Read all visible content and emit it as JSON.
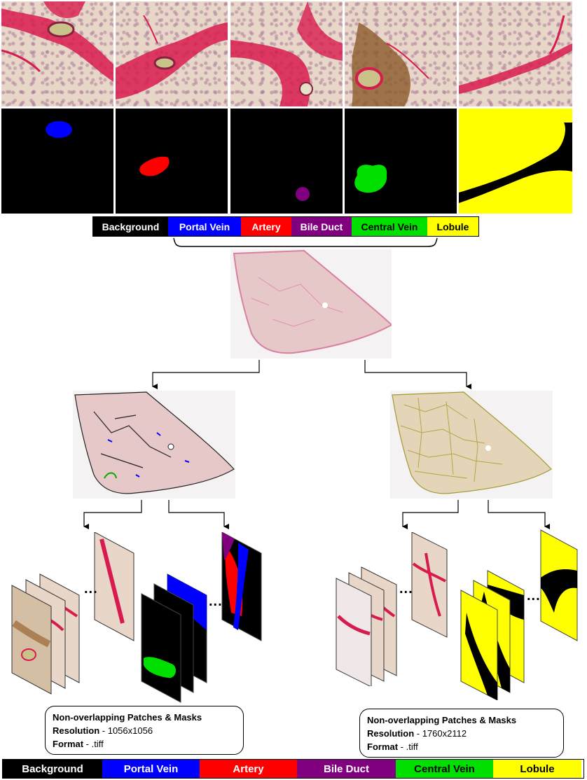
{
  "legend_top": [
    {
      "label": "Background",
      "bg": "#000000",
      "fg": "#ffffff"
    },
    {
      "label": "Portal Vein",
      "bg": "#0000ff",
      "fg": "#ffffff"
    },
    {
      "label": "Artery",
      "bg": "#ff0000",
      "fg": "#ffffff"
    },
    {
      "label": "Bile Duct",
      "bg": "#800080",
      "fg": "#ffffff"
    },
    {
      "label": "Central Vein",
      "bg": "#00e000",
      "fg": "#000000"
    },
    {
      "label": "Lobule",
      "bg": "#ffff00",
      "fg": "#000000"
    }
  ],
  "legend_bottom": [
    {
      "label": "Background",
      "bg": "#000000",
      "fg": "#ffffff"
    },
    {
      "label": "Portal Vein",
      "bg": "#0000ff",
      "fg": "#ffffff"
    },
    {
      "label": "Artery",
      "bg": "#ff0000",
      "fg": "#ffffff"
    },
    {
      "label": "Bile Duct",
      "bg": "#800080",
      "fg": "#ffffff"
    },
    {
      "label": "Central Vein",
      "bg": "#00e000",
      "fg": "#000000"
    },
    {
      "label": "Lobule",
      "bg": "#ffff00",
      "fg": "#000000"
    }
  ],
  "left_box": {
    "title": "Non-overlapping Patches & Masks",
    "resolution_label": "Resolution",
    "resolution_value": " - 1056x1056",
    "format_label": "Format",
    "format_value": " - .tiff"
  },
  "right_box": {
    "title": "Non-overlapping  Patches & Masks",
    "resolution_label": "Resolution",
    "resolution_value": " - 1760x2112",
    "format_label": "Format",
    "format_value": " - .tiff"
  },
  "ellipsis": "...",
  "colors": {
    "portal_vein": "#0000ff",
    "artery": "#ff0000",
    "bile_duct": "#800080",
    "central_vein": "#00e000",
    "lobule": "#ffff00",
    "background": "#000000",
    "stain": "#d81b4e",
    "tissue": "#e8d6c8"
  }
}
